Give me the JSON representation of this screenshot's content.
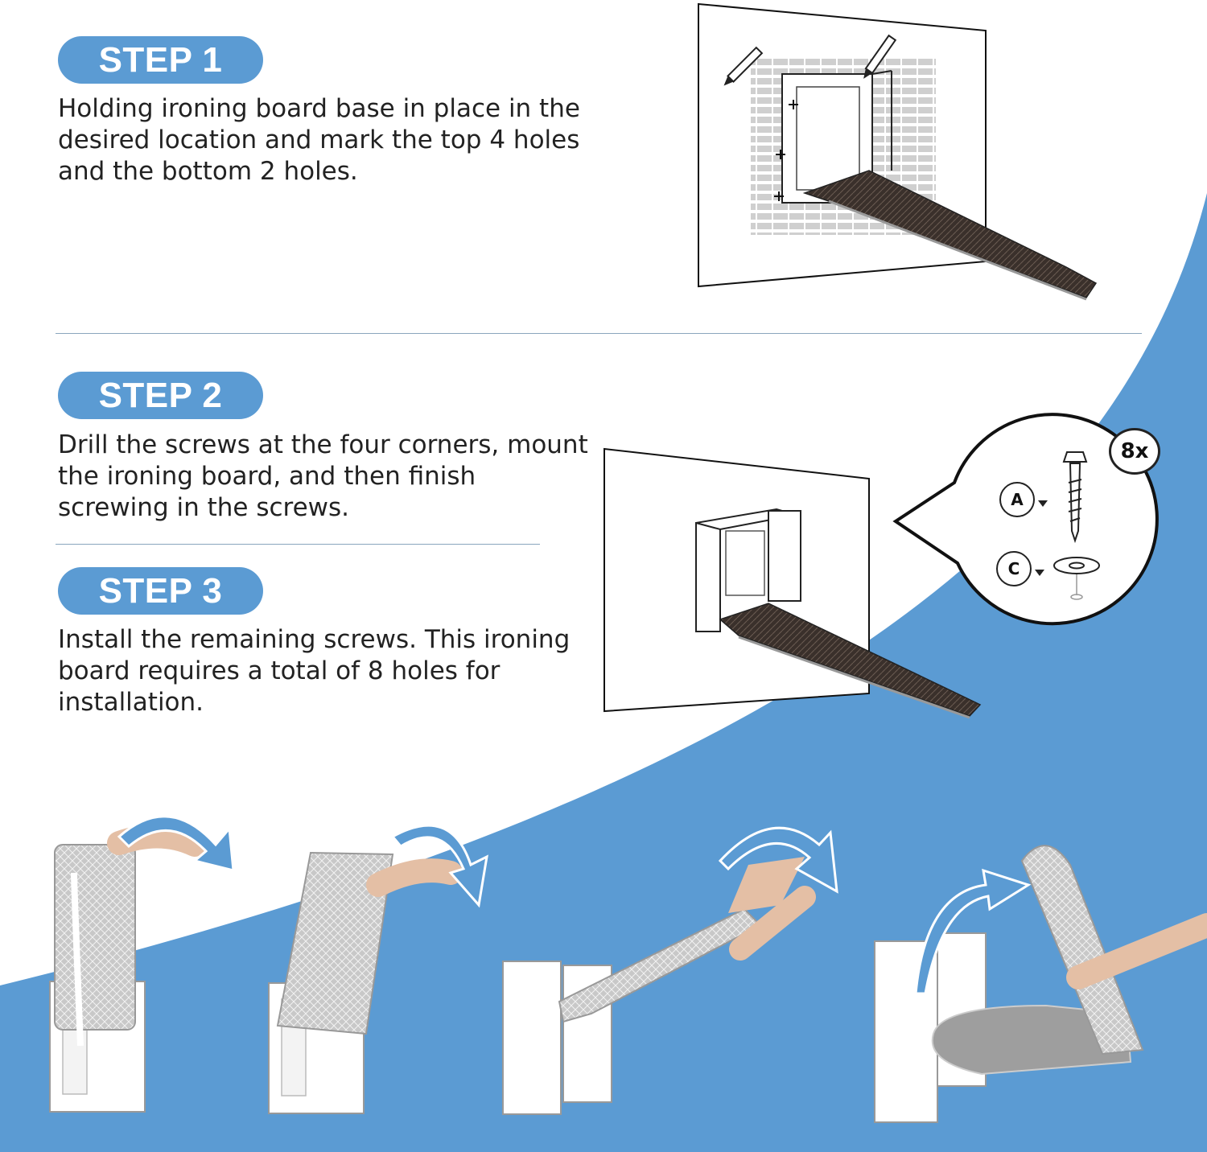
{
  "colors": {
    "accent": "#5b9bd3",
    "text": "#222222",
    "divider": "#8aa6bd",
    "board_dark": "#3a302b"
  },
  "steps": [
    {
      "label": "STEP 1",
      "text": "Holding ironing board base in place in the desired location and mark the top 4 holes and the bottom 2 holes."
    },
    {
      "label": "STEP 2",
      "text": "Drill the screws at the four corners, mount the ironing board, and then finish screwing in the screws."
    },
    {
      "label": "STEP 3",
      "text": "Install the remaining screws. This ironing board requires a total of 8 holes for installation."
    }
  ],
  "hardware": {
    "count": "8x",
    "screw_label": "A",
    "washer_label": "C"
  },
  "icons": [
    "pencil-icon",
    "screw-icon",
    "washer-icon",
    "curved-arrow-icon"
  ]
}
